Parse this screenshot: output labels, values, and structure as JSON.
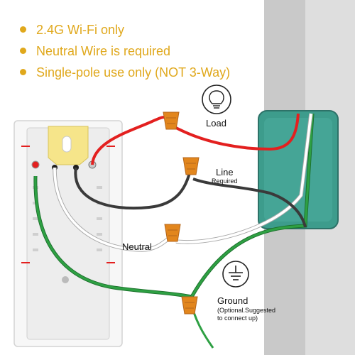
{
  "requirements": [
    "2.4G Wi-Fi only",
    "Neutral Wire is required",
    "Single-pole use only (NOT 3-Way)"
  ],
  "labels": {
    "load": "Load",
    "line": "Line",
    "line_note": "Required",
    "neutral": "Neutral",
    "ground": "Ground",
    "ground_note_1": "(Optional.Suggested",
    "ground_note_2": "to connect up)"
  },
  "icons": {
    "load": "light-bulb-icon",
    "ground": "ground-symbol-icon"
  },
  "colors": {
    "accent": "#e0a81c",
    "hot_wire": "#e3201f",
    "line_wire": "#3a3a3a",
    "neutral_wire": "#ffffff",
    "ground_wire": "#2ea043",
    "wire_nut": "#e2861d",
    "junction_box": "#3d9c8c",
    "wall": "#c9c9c9"
  }
}
